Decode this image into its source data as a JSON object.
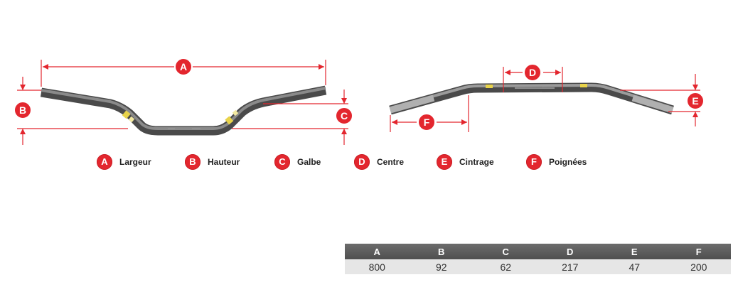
{
  "dimensions": [
    {
      "letter": "A",
      "name": "Largeur",
      "value": "800"
    },
    {
      "letter": "B",
      "name": "Hauteur",
      "value": "92"
    },
    {
      "letter": "C",
      "name": "Galbe",
      "value": "62"
    },
    {
      "letter": "D",
      "name": "Centre",
      "value": "217"
    },
    {
      "letter": "E",
      "name": "Cintrage",
      "value": "47"
    },
    {
      "letter": "F",
      "name": "Poignées",
      "value": "200"
    }
  ],
  "colors": {
    "accent_red": "#e3262e",
    "bar_gray": "#5c5c5c",
    "bar_highlight": "#8d8d8d",
    "table_header": "#5a5a5a",
    "table_row": "#e6e6e6",
    "knurl_yellow": "#e8d34a"
  }
}
